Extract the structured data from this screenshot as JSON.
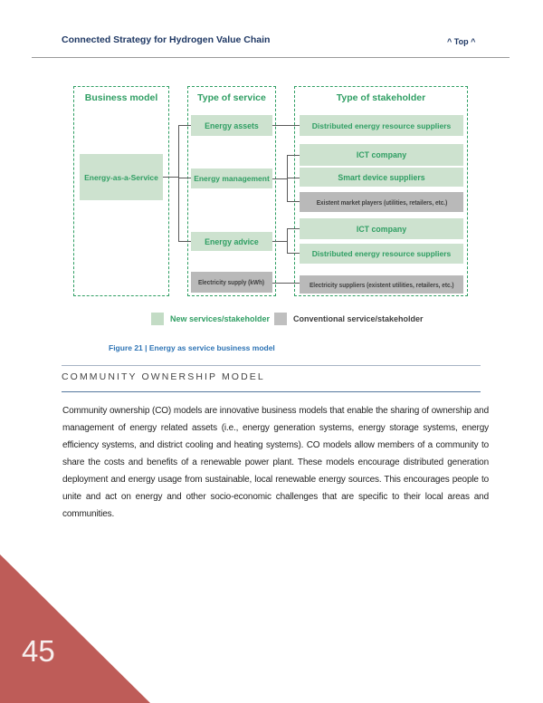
{
  "header": {
    "title": "Connected Strategy for Hydrogen Value Chain",
    "top_link": "^ Top ^"
  },
  "diagram": {
    "columns": {
      "business_model": "Business model",
      "type_of_service": "Type of service",
      "type_of_stakeholder": "Type of stakeholder"
    },
    "boxes": {
      "eaas": "Energy-as-a-Service",
      "energy_assets": "Energy assets",
      "energy_management": "Energy management",
      "energy_advice": "Energy advice",
      "electricity_supply": "Electricity supply (kWh)",
      "ders_1": "Distributed energy resource suppliers",
      "ict_1": "ICT company",
      "smart_device": "Smart device suppliers",
      "existent_players": "Existent market players (utilities, retailers, etc.)",
      "ict_2": "ICT company",
      "ders_2": "Distributed energy resource suppliers",
      "electricity_suppliers": "Electricity suppliers (existent utilities, retailers, etc.)"
    },
    "legend": {
      "new": "New services/stakeholder",
      "conventional": "Conventional service/stakeholder"
    },
    "caption": "Figure 21 | Energy as service business model"
  },
  "section": {
    "heading": "COMMUNITY OWNERSHIP MODEL",
    "body": "Community ownership (CO) models are innovative business models that enable the sharing of ownership and management of energy related assets (i.e., energy generation systems, energy storage systems, energy efficiency systems, and district cooling and heating systems). CO models allow members of a community to share the costs and benefits of a renewable power plant. These models encourage distributed generation deployment and energy usage from sustainable, local renewable energy sources. This encourages people to unite and act on energy and other socio-economic challenges that are specific to their local areas and communities."
  },
  "footer": {
    "page_number": "45"
  },
  "colors": {
    "green_accent": "#2f9e63",
    "green_fill": "#cde2cf",
    "gray_fill": "#b9b9b9",
    "gray_text": "#3f3f3f",
    "navy": "#1f3864",
    "caption_blue": "#2e74b5",
    "heading_rule_blue": "#54779e",
    "corner_red": "#be5c58",
    "connector_gray": "#595959"
  }
}
